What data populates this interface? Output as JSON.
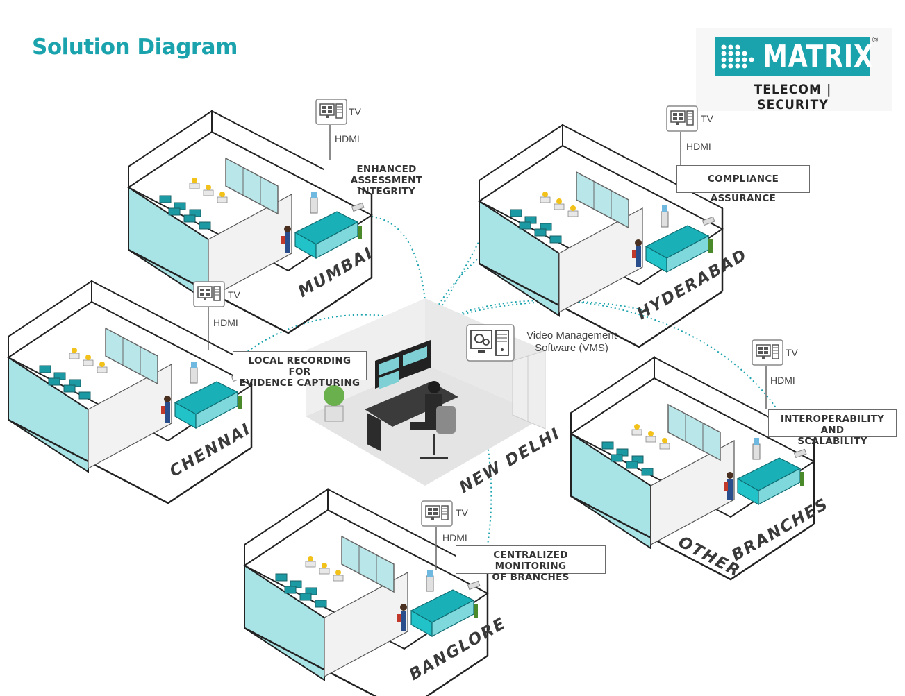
{
  "page": {
    "title": "Solution Diagram"
  },
  "logo": {
    "brand": "MATRIX",
    "registered": "®",
    "tagline": "TELECOM | SECURITY",
    "accent_color": "#1aa3ad"
  },
  "theme": {
    "accent": "#1aa3ad",
    "dotted_link_color": "#1aa3ad",
    "room_glass": "#9fe0e3",
    "floor": "#ffffff"
  },
  "branches": [
    {
      "city": "MUMBAI",
      "tv_label": "TV",
      "hdmi_label": "HDMI",
      "callout": [
        "ENHANCED",
        "ASSESSMENT INTEGRITY"
      ]
    },
    {
      "city": "HYDERABAD",
      "tv_label": "TV",
      "hdmi_label": "HDMI",
      "callout": [
        "COMPLIANCE ASSURANCE"
      ]
    },
    {
      "city": "CHENNAI",
      "tv_label": "TV",
      "hdmi_label": "HDMI",
      "callout": [
        "LOCAL RECORDING FOR",
        "EVIDENCE CAPTURING"
      ]
    },
    {
      "city": "OTHER",
      "city2": "BRANCHES",
      "tv_label": "TV",
      "hdmi_label": "HDMI",
      "callout": [
        "INTEROPERABILITY AND",
        "SCALABILITY"
      ]
    },
    {
      "city": "BANGLORE",
      "tv_label": "TV",
      "hdmi_label": "HDMI",
      "callout": [
        "CENTRALIZED MONITORING",
        "OF BRANCHES"
      ]
    }
  ],
  "hub": {
    "city": "NEW DELHI",
    "vms_line1": "Video Management",
    "vms_line2": "Software (VMS)",
    "icons": [
      "vms-server-icon",
      "monitor-wall-icon",
      "operator-icon"
    ]
  }
}
